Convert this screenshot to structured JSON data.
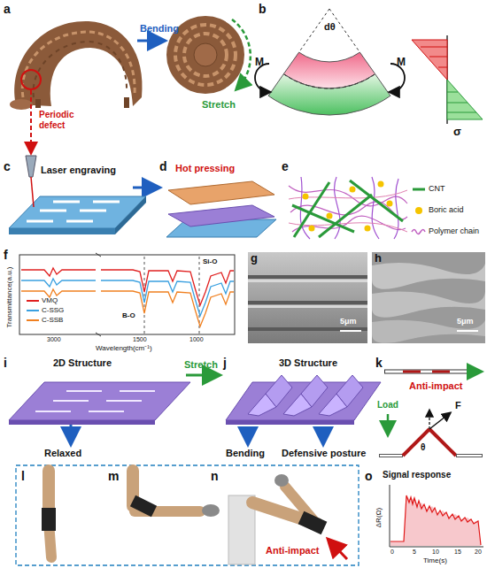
{
  "diagram": {
    "labels": [
      "a",
      "Periodic defect",
      "Bending",
      "Stretch",
      "b",
      "dθ",
      "M",
      "M",
      "σ",
      "c",
      "Laser engraving",
      "d",
      "Hot pressing",
      "e",
      "f",
      "Transmittance(a.u.)",
      "B-O",
      "Si-O",
      "3000",
      "1500",
      "1000",
      "Wavelength(cm⁻¹)",
      "g",
      "5μm",
      "h",
      "5μm",
      "i",
      "2D Structure",
      "Stretch",
      "j",
      "3D Structure",
      "k",
      "Anti-impact",
      "Load",
      "F",
      "θ",
      "Relaxed",
      "Bending",
      "Defensive posture",
      "l",
      "m",
      "n",
      "Anti-impact",
      "o",
      "Signal response",
      "ΔR(Ω)",
      "0",
      "5",
      "10",
      "15",
      "20",
      "Time(s)"
    ],
    "legend": [
      {
        "text": "CNT"
      },
      {
        "text": "Boric acid"
      },
      {
        "text": "Polymer chain"
      },
      {
        "text": "VMQ"
      },
      {
        "text": "C-SSG"
      },
      {
        "text": "C-SSB"
      }
    ]
  }
}
